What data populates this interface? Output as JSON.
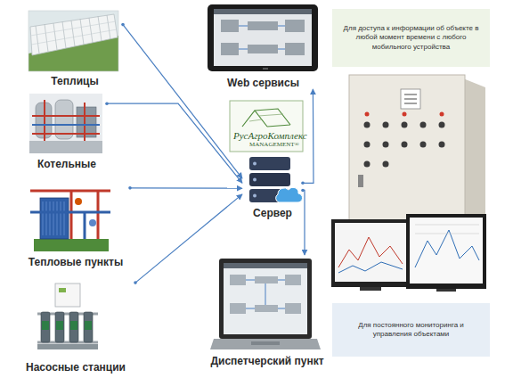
{
  "diagram": {
    "nodes": [
      {
        "text": [
          "Теплицы"
        ]
      },
      {
        "text": [
          "Котельные"
        ]
      },
      {
        "text": [
          "Тепловые пункты"
        ]
      },
      {
        "text": [
          "Насосные станции"
        ]
      },
      {
        "text": [
          "Web сервисы"
        ]
      },
      {
        "text": [
          "Сервер"
        ]
      },
      {
        "text": [
          "Диспетчерский пункт"
        ]
      },
      {
        "text": [
          "Для доступа к информации об объекте в любой момент времени с любого мобильного устройства"
        ]
      },
      {
        "text": [
          "Для постоянного мониторинга и управления объектами"
        ]
      }
    ],
    "edges": [
      {
        "from": 0,
        "to": 5,
        "arrow": "to"
      },
      {
        "from": 1,
        "to": 5,
        "arrow": "to"
      },
      {
        "from": 2,
        "to": 5,
        "arrow": "to"
      },
      {
        "from": 3,
        "to": 5,
        "arrow": "to"
      },
      {
        "from": 5,
        "to": 4,
        "arrow": "to"
      },
      {
        "from": 5,
        "to": 6,
        "arrow": "to"
      }
    ],
    "labels": [
      "РусАгроКомплекс",
      "MANAGEMENT®"
    ]
  }
}
